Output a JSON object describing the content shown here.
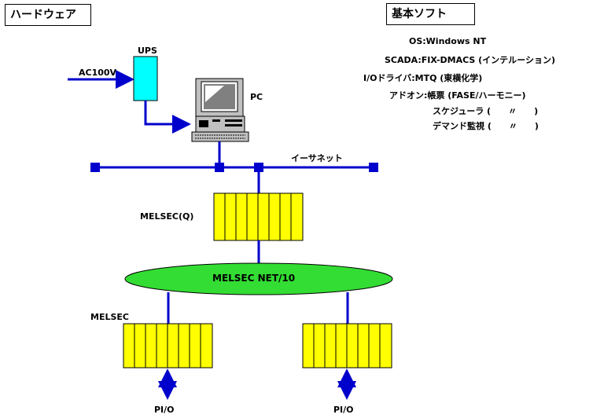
{
  "headers": {
    "hardware": "ハードウェア",
    "software": "基本ソフト"
  },
  "labels": {
    "ac100v": "AC100V",
    "ups": "UPS",
    "pc": "PC",
    "ethernet": "イーサネット",
    "melsec_q": "MELSEC(Q)",
    "melsec_net": "MELSEC NET/10",
    "melsec": "MELSEC",
    "pio_left": "PI/O",
    "pio_right": "PI/O"
  },
  "software_list": [
    "OS:Windows NT",
    "SCADA:FIX-DMACS (インテルーション)",
    "I/Oドライバ:MTQ (東横化学)",
    "アドオン:帳票 (FASE/ハーモニー)",
    "スケジューラ (　　〃　　)",
    "デマンド監視 (　　〃　　)"
  ],
  "colors": {
    "line": "#0000cc",
    "ups_fill": "#00ffff",
    "plc_fill": "#ffff00",
    "net_fill": "#33dd33"
  }
}
